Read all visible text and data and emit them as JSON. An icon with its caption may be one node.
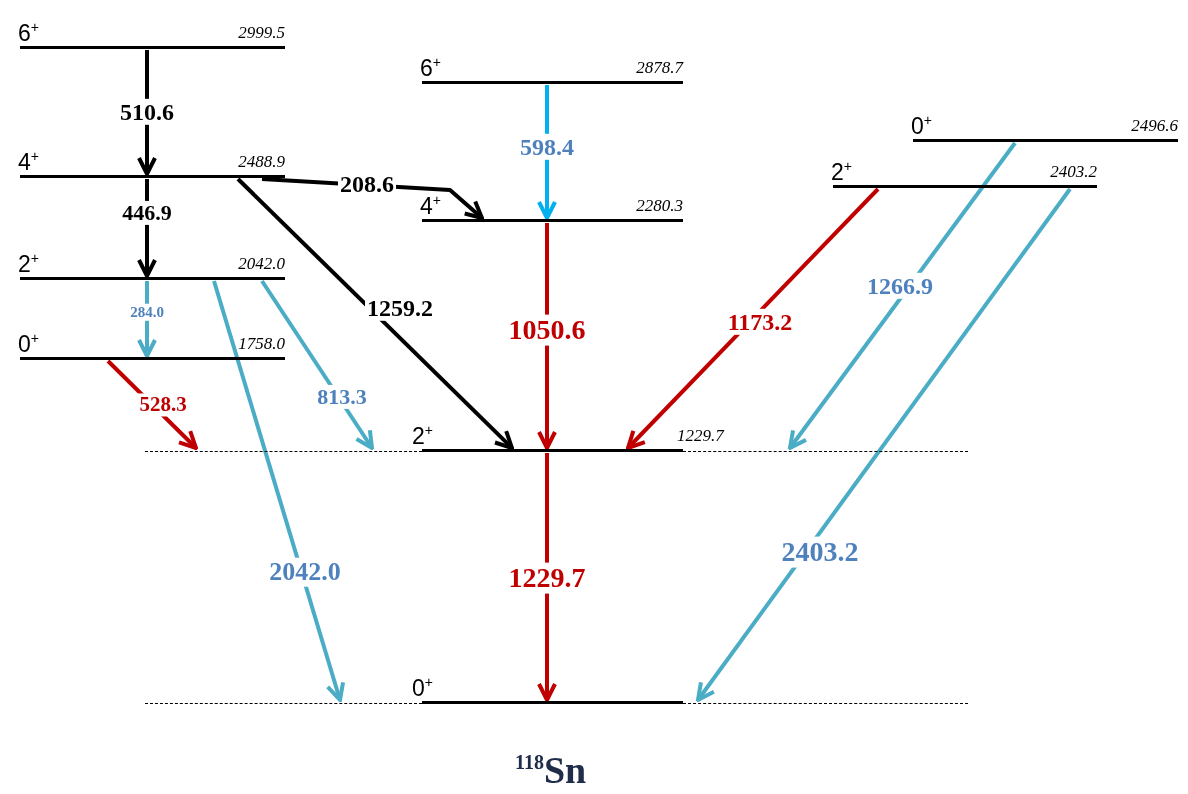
{
  "diagram": {
    "caption": "$^{118}$Sn",
    "nodes": [
      {
        "text": [
          "6$^{+}$",
          "2999.5"
        ]
      },
      {
        "text": [
          "4$^{+}$",
          "2488.9"
        ]
      },
      {
        "text": [
          "2$^{+}$",
          "2042.0"
        ]
      },
      {
        "text": [
          "0$^{+}$",
          "1758.0"
        ]
      },
      {
        "text": [
          "6$^{+}$",
          "2878.7"
        ]
      },
      {
        "text": [
          "4$^{+}$",
          "2280.3"
        ]
      },
      {
        "text": [
          "0$^{+}$",
          "2496.6"
        ]
      },
      {
        "text": [
          "2$^{+}$",
          "2403.2"
        ]
      },
      {
        "text": [
          "2$^{+}$",
          "1229.7"
        ]
      },
      {
        "text": [
          "0$^{+}$"
        ]
      }
    ],
    "edges": [
      {
        "from": 0,
        "to": 1,
        "arrow": "to",
        "label": "510.6",
        "color": "#000000"
      },
      {
        "from": 1,
        "to": 2,
        "arrow": "to",
        "label": "446.9",
        "color": "#000000"
      },
      {
        "from": 1,
        "to": 5,
        "arrow": "to",
        "label": "208.6",
        "color": "#000000"
      },
      {
        "from": 1,
        "to": 8,
        "arrow": "to",
        "label": "1259.2",
        "color": "#000000"
      },
      {
        "from": 2,
        "to": 3,
        "arrow": "to",
        "label": "284.0"
      },
      {
        "from": 2,
        "to": 8,
        "arrow": "to",
        "label": "813.3"
      },
      {
        "from": 2,
        "to": 9,
        "arrow": "to",
        "label": "2042.0"
      },
      {
        "from": 3,
        "to": 8,
        "arrow": "to",
        "label": "528.3",
        "color": "#c00000"
      },
      {
        "from": 4,
        "to": 5,
        "arrow": "to",
        "label": "598.4",
        "color": "#00b0f0"
      },
      {
        "from": 5,
        "to": 8,
        "arrow": "to",
        "label": "1050.6",
        "color": "#c00000"
      },
      {
        "from": 7,
        "to": 8,
        "arrow": "to",
        "label": "1173.2",
        "color": "#c00000"
      },
      {
        "from": 6,
        "to": 8,
        "arrow": "to",
        "label": "1266.9"
      },
      {
        "from": 7,
        "to": 9,
        "arrow": "to",
        "label": "2403.2"
      },
      {
        "from": 8,
        "to": 9,
        "arrow": "to",
        "label": "1229.7",
        "color": "#c00000"
      }
    ]
  }
}
